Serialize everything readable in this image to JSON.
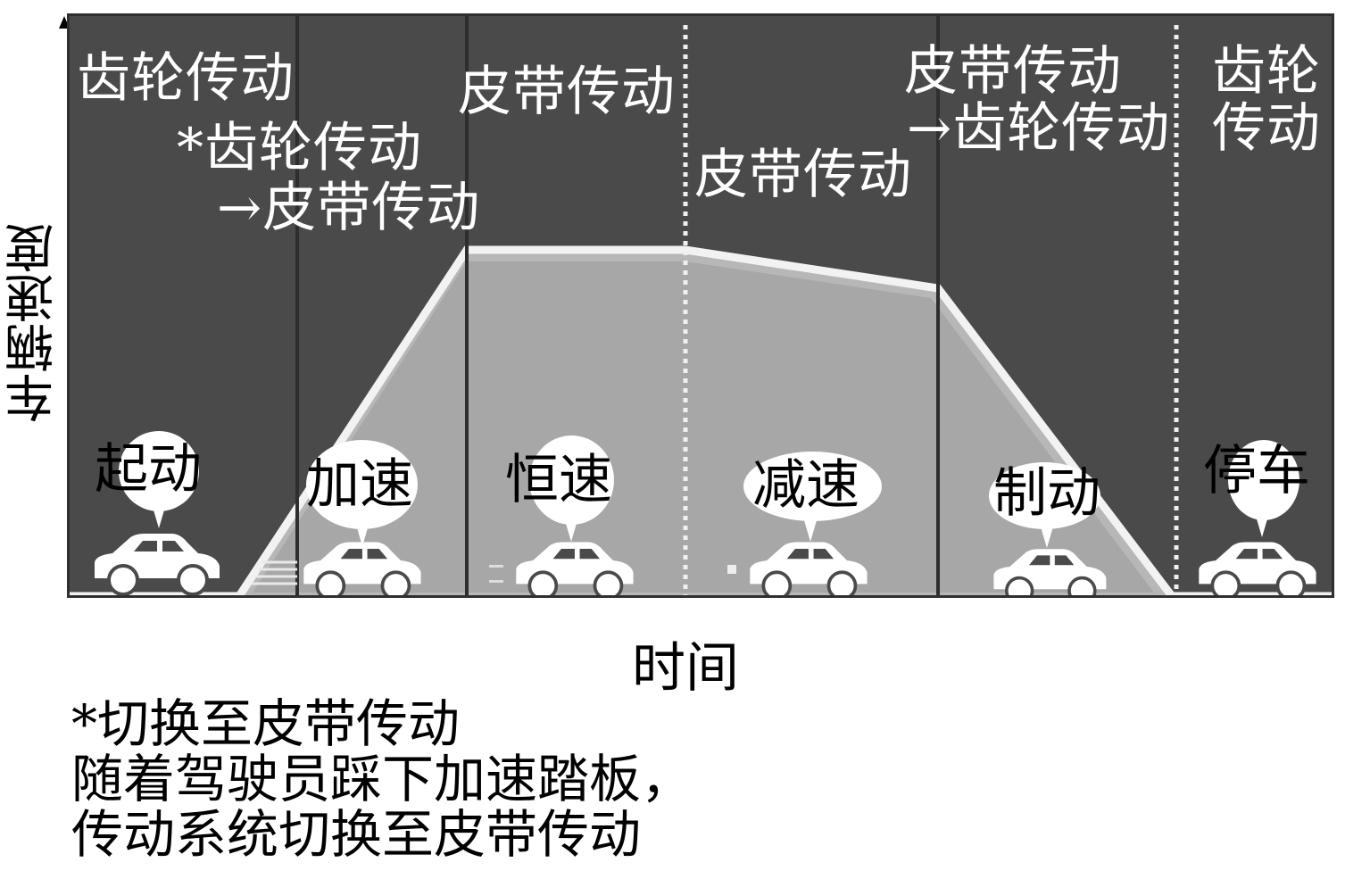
{
  "axes": {
    "y_label": "车辆速度",
    "x_label": "时间"
  },
  "transmission_labels": {
    "start": "齿轮传动",
    "switch_star": "*齿轮传动",
    "switch_to_belt": "→皮带传动",
    "constant": "皮带传动",
    "decel": "皮带传动",
    "brake_line1": "皮带传动",
    "brake_line2": "→齿轮传动",
    "stop_line1": "齿轮",
    "stop_line2": "传动"
  },
  "phases": [
    {
      "label": "起动"
    },
    {
      "label": "加速"
    },
    {
      "label": "恒速"
    },
    {
      "label": "减速"
    },
    {
      "label": "制动"
    },
    {
      "label": "停车"
    }
  ],
  "footnote": {
    "line1": "*切换至皮带传动",
    "line2": "随着驾驶员踩下加速踏板，",
    "line3": "传动系统切换至皮带传动"
  },
  "colors": {
    "panel_bg": "#4a4a4a",
    "speed_fill": "#bdbdbd",
    "line": "#ffffff"
  }
}
